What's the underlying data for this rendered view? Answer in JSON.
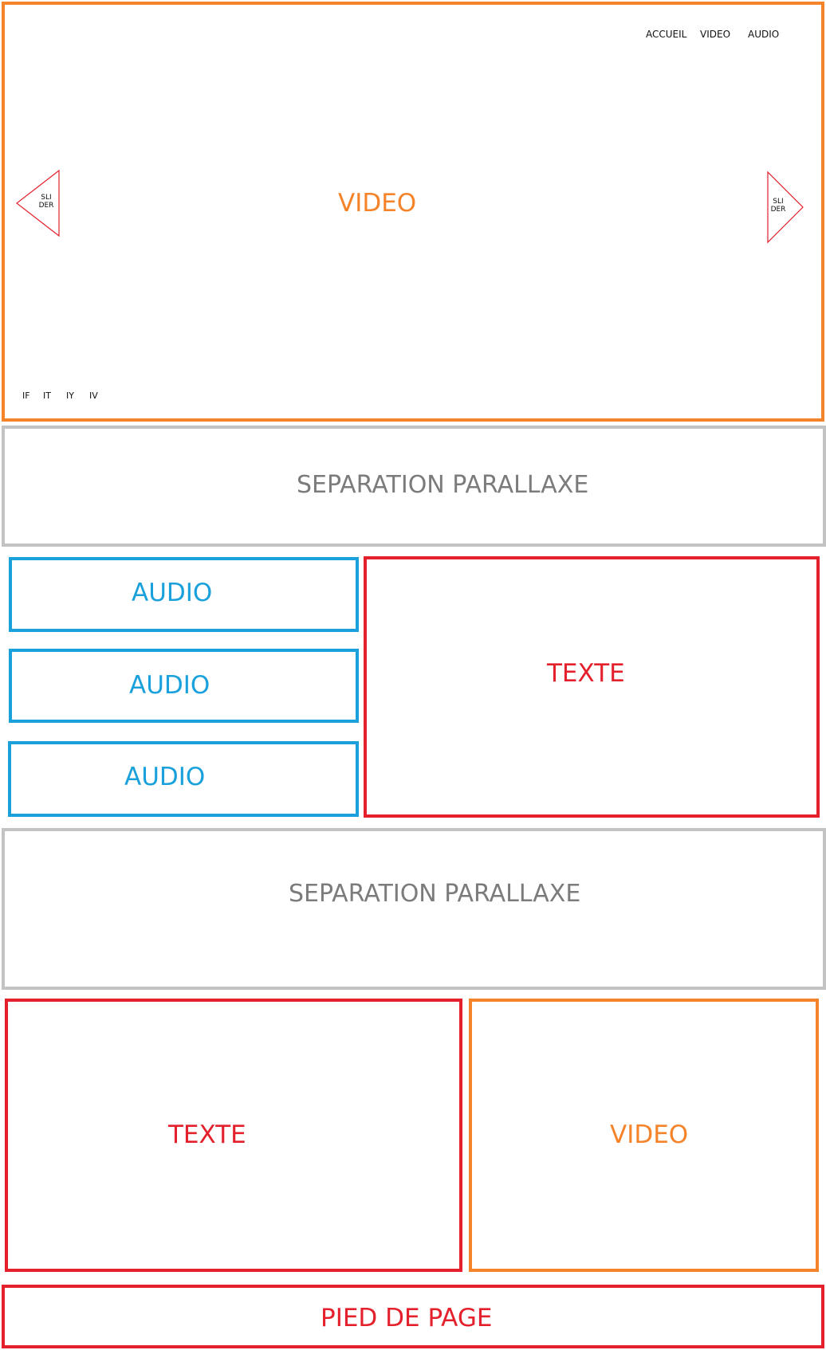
{
  "hero": {
    "label": "VIDEO",
    "nav": {
      "items": [
        "ACCUEIL",
        "VIDEO",
        "AUDIO"
      ]
    },
    "slider_left": {
      "line1": "SLI",
      "line2": "DER"
    },
    "slider_right": {
      "line1": "SLI",
      "line2": "DER"
    },
    "indicators": [
      "IF",
      "IT",
      "IY",
      "IV"
    ]
  },
  "separator1": {
    "label": "SEPARATION PARALLAXE"
  },
  "audio_blocks": [
    {
      "label": "AUDIO"
    },
    {
      "label": "AUDIO"
    },
    {
      "label": "AUDIO"
    }
  ],
  "text_block_1": {
    "label": "TEXTE"
  },
  "separator2": {
    "label": "SEPARATION PARALLAXE"
  },
  "text_block_2": {
    "label": "TEXTE"
  },
  "video_block_2": {
    "label": "VIDEO"
  },
  "footer": {
    "label": "PIED DE PAGE"
  },
  "colors": {
    "video": "#f5832a",
    "separator": "#c3c3c3",
    "audio": "#1aa1dc",
    "text": "#e3202b"
  }
}
